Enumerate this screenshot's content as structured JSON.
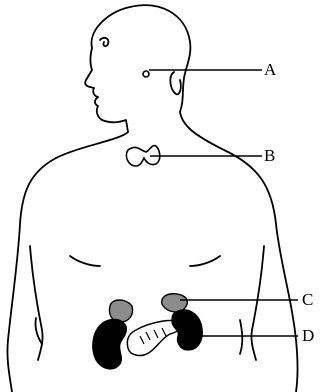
{
  "diagram": {
    "labels": {
      "a": "A",
      "b": "B",
      "c": "C",
      "d": "D"
    },
    "colors": {
      "outline": "#000000",
      "adrenal_fill": "#8c8c8c",
      "kidney_fill": "#000000",
      "background": "#ffffff"
    }
  }
}
